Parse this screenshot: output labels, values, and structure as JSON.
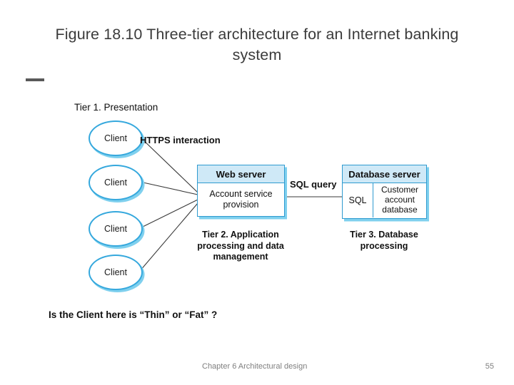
{
  "slide": {
    "title": "Figure 18.10 Three-tier architecture for an Internet banking system",
    "question": "Is the Client here is “Thin” or “Fat” ?",
    "footer": {
      "text": "Chapter 6 Architectural design",
      "page": "55"
    }
  },
  "diagram": {
    "type": "three-tier-architecture",
    "tier1_label": "Tier 1. Presentation",
    "clients": [
      {
        "label": "Client"
      },
      {
        "label": "Client"
      },
      {
        "label": "Client"
      },
      {
        "label": "Client"
      }
    ],
    "annotations": {
      "https": "HTTPS interaction",
      "sql_query": "SQL query"
    },
    "web_server": {
      "header": "Web server",
      "body": "Account service provision",
      "caption": "Tier 2. Application processing and data management"
    },
    "database_server": {
      "header": "Database server",
      "sql": "SQL",
      "store": "Customer account database",
      "caption": "Tier 3. Database processing"
    },
    "colors": {
      "accent": "#35a8dd",
      "header_fill": "#cfe9f7",
      "shadow": "#7fd0ee",
      "title_text": "#3b3b3b",
      "footer_text": "#7f7f7f"
    }
  }
}
